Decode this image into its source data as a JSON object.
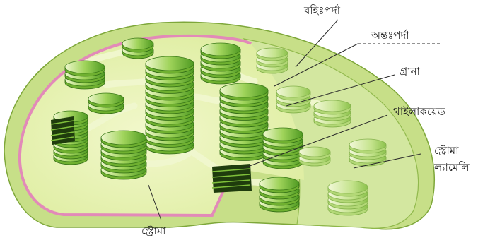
{
  "labels": {
    "outer_membrane": "বহিঃপর্দা",
    "inner_membrane": "অন্তঃপর্দা",
    "grana": "গ্রানা",
    "thylakoid": "থাইলাকয়েড",
    "stroma_lamellae_line1": "স্ট্রোমা",
    "stroma_lamellae_line2": "ল্যামেলি",
    "stroma": "স্ট্রোমা"
  },
  "colors": {
    "outer_envelope": "#c8e08a",
    "inner_membrane": "#e28ab8",
    "stroma": "#e8f3b4",
    "cut_face": "#d2e6a0",
    "grana_stack": "#8ecf4a",
    "grana_dark": "#2d5a14"
  }
}
